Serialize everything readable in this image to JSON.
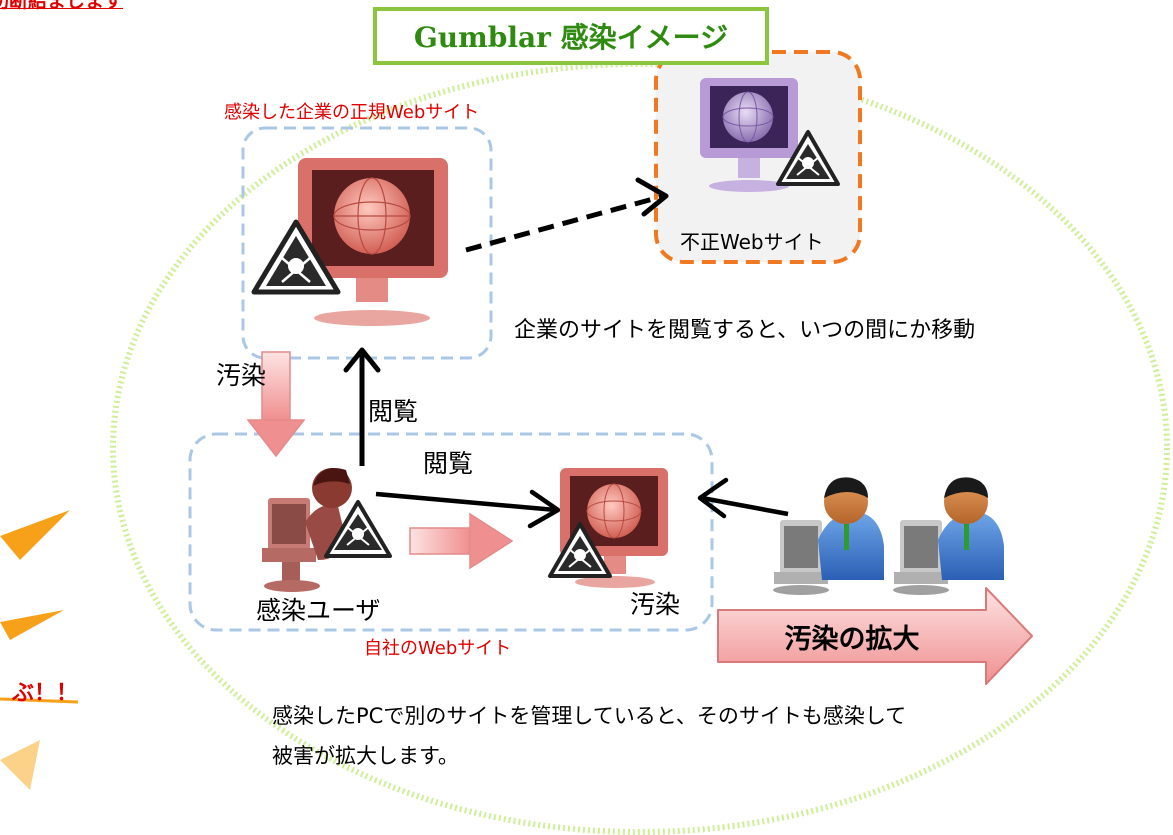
{
  "title": "Gumblar 感染イメージ",
  "labels": {
    "legit_site": "感染した企業の正規Webサイト",
    "malicious_site": "不正Webサイト",
    "browse_note": "企業のサイトを閲覧すると、いつの間にか移動",
    "contaminate_left": "汚染",
    "browse_up": "閲覧",
    "browse_right": "閲覧",
    "infected_user": "感染ユーザ",
    "contaminate_right": "汚染",
    "own_site": "自社のWebサイト",
    "spread": "汚染の拡大",
    "note_line1": "感染したPCで別のサイトを管理していると、そのサイトも感染して",
    "note_line2": "被害が拡大します。",
    "topleft_fragment": "切断結まします",
    "exclaim_fragment": "ぶ！！"
  },
  "colors": {
    "title_border": "#8cc63f",
    "title_text": "#2e8b0f",
    "ellipse": "#b6e36b",
    "dashed_blue": "#aac8e6",
    "dashed_orange": "#f07820",
    "red_text": "#e00000",
    "monitor_red": "#d9706a",
    "monitor_purple": "#a98cc8",
    "arrow_pink": "#f2a0a0"
  }
}
